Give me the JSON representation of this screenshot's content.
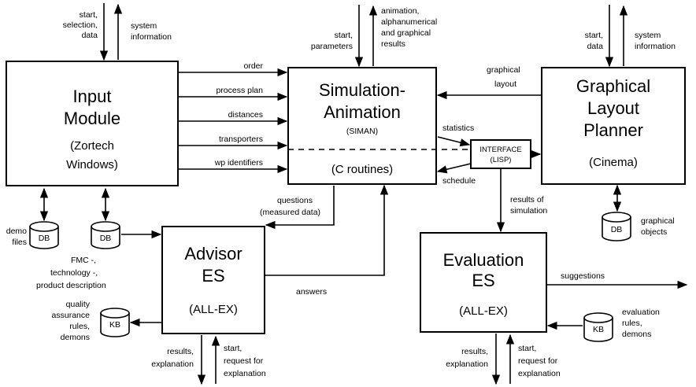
{
  "modules": {
    "input": {
      "title1": "Input",
      "title2": "Module",
      "sub1": "(Zortech",
      "sub2": "Windows)"
    },
    "simulation": {
      "title1": "Simulation-",
      "title2": "Animation",
      "sub1": "(SIMAN)",
      "sub2": "(C routines)"
    },
    "layout": {
      "title1": "Graphical",
      "title2": "Layout",
      "title3": "Planner",
      "sub1": "(Cinema)"
    },
    "interface": {
      "line1": "INTERFACE",
      "line2": "(LISP)"
    },
    "advisor": {
      "title1": "Advisor",
      "title2": "ES",
      "sub1": "(ALL-EX)"
    },
    "evaluation": {
      "title1": "Evaluation",
      "title2": "ES",
      "sub1": "(ALL-EX)"
    }
  },
  "stores": {
    "db1": "DB",
    "db2": "DB",
    "db3": "DB",
    "kb1": "KB",
    "kb2": "KB"
  },
  "labels": {
    "input_in": [
      "start,",
      "selection,",
      "data"
    ],
    "input_out": [
      "system",
      "information"
    ],
    "sim_in": [
      "start,",
      "parameters"
    ],
    "sim_out": [
      "animation,",
      "alphanumerical",
      "and graphical",
      "results"
    ],
    "layout_in": [
      "start,",
      "data"
    ],
    "layout_out": [
      "system",
      "information"
    ],
    "order": "order",
    "process_plan": "process plan",
    "distances": "distances",
    "transporters": "transporters",
    "wp_identifiers": "wp identifiers",
    "graphical_layout": [
      "graphical",
      "layout"
    ],
    "statistics": "statistics",
    "schedule": "schedule",
    "questions": [
      "questions",
      "(measured data)"
    ],
    "answers": "answers",
    "results_sim": [
      "results of",
      "simulation"
    ],
    "demo_files": [
      "demo",
      "files"
    ],
    "fmc": [
      "FMC -,",
      "technology -,",
      "product description"
    ],
    "quality": [
      "quality",
      "assurance",
      "rules,",
      "demons"
    ],
    "graphical_objects": [
      "graphical",
      "objects"
    ],
    "suggestions": "suggestions",
    "eval_rules": [
      "evaluation",
      "rules,",
      "demons"
    ],
    "adv_results": [
      "results,",
      "explanation"
    ],
    "adv_start": [
      "start,",
      "request for",
      "explanation"
    ],
    "eval_results": [
      "results,",
      "explanation"
    ],
    "eval_start": [
      "start,",
      "request for",
      "explanation"
    ]
  }
}
